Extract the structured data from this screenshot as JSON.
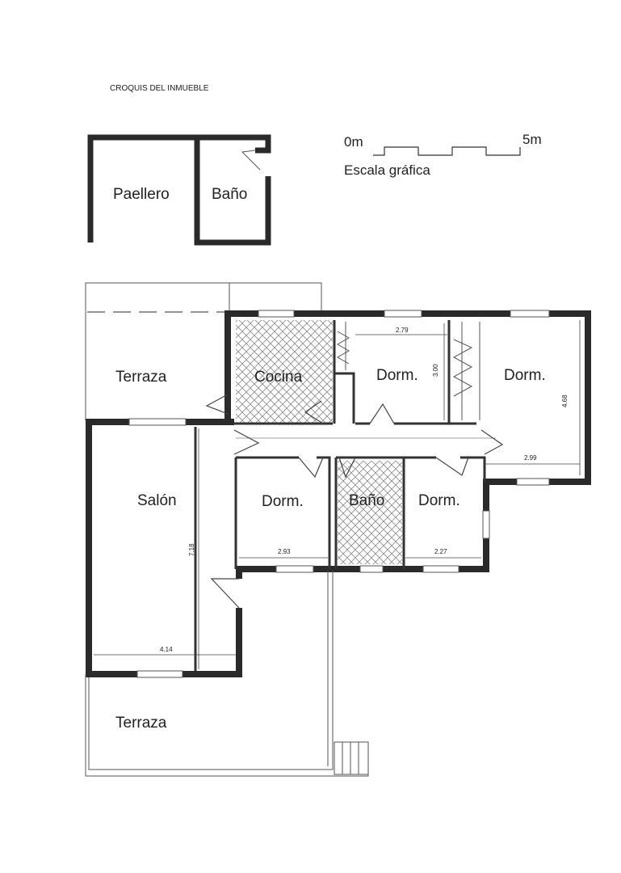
{
  "title": "CROQUIS DEL INMUEBLE",
  "scale": {
    "start": "0m",
    "end": "5m",
    "label": "Escala gráfica"
  },
  "rooms": {
    "paellero": "Paellero",
    "bano_ext": "Baño",
    "terraza_top": "Terraza",
    "cocina": "Cocina",
    "dorm_top_mid": "Dorm.",
    "dorm_top_right": "Dorm.",
    "salon": "Salón",
    "dorm_bottom_left": "Dorm.",
    "bano_int": "Baño",
    "dorm_bottom_right": "Dorm.",
    "terraza_bottom": "Terraza"
  },
  "dimensions": {
    "d_279": "2.79",
    "d_300": "3.00",
    "d_468": "4.68",
    "d_299": "2.99",
    "d_293": "2.93",
    "d_227": "2.27",
    "d_718": "7.18",
    "d_414": "4.14"
  },
  "colors": {
    "wall": "#2a2a2a",
    "line": "#555555",
    "hatch": "#8a8a8a"
  }
}
